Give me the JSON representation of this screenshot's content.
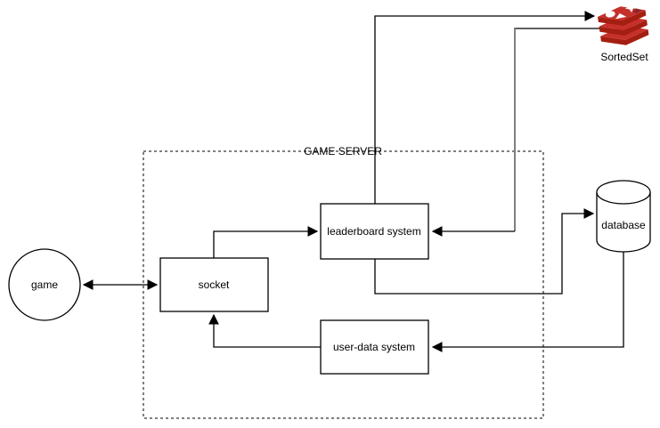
{
  "diagram": {
    "container": {
      "label": "GAME SERVER"
    },
    "nodes": {
      "game": {
        "label": "game",
        "shape": "circle"
      },
      "socket": {
        "label": "socket",
        "shape": "rectangle"
      },
      "leaderboard": {
        "label": "leaderboard system",
        "shape": "rectangle"
      },
      "userdata": {
        "label": "user-data system",
        "shape": "rectangle"
      },
      "database": {
        "label": "database",
        "shape": "cylinder"
      },
      "sortedset": {
        "label": "SortedSet",
        "shape": "redis-icon"
      }
    },
    "edges": [
      {
        "from": "game",
        "to": "socket",
        "direction": "bidirectional"
      },
      {
        "from": "socket",
        "to": "leaderboard",
        "direction": "forward"
      },
      {
        "from": "leaderboard",
        "to": "sortedset",
        "direction": "forward"
      },
      {
        "from": "sortedset",
        "to": "leaderboard",
        "direction": "forward"
      },
      {
        "from": "leaderboard",
        "to": "database",
        "direction": "forward"
      },
      {
        "from": "database",
        "to": "userdata",
        "direction": "forward"
      },
      {
        "from": "userdata",
        "to": "socket",
        "direction": "forward"
      }
    ],
    "colors": {
      "line": "#000000",
      "line_secondary": "#808080",
      "shape_fill": "#ffffff",
      "redis_red": "#C6302B",
      "redis_dark": "#A41E11",
      "background": "#ffffff"
    }
  }
}
